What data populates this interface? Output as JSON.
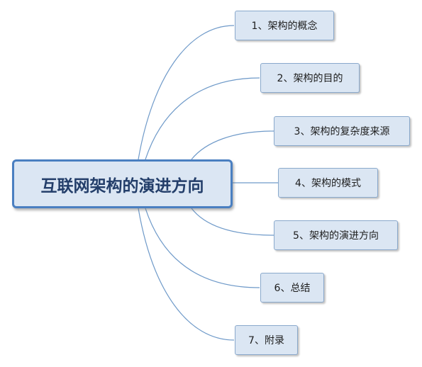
{
  "central_topic": {
    "label": "互联网架构的演进方向"
  },
  "branches": [
    {
      "label": "1、架构的概念"
    },
    {
      "label": "2、架构的目的"
    },
    {
      "label": "3、架构的复杂度来源"
    },
    {
      "label": "4、架构的模式"
    },
    {
      "label": "5、架构的演进方向"
    },
    {
      "label": "6、总结"
    },
    {
      "label": "7、附录"
    }
  ],
  "colors": {
    "node_fill": "#dbe6f3",
    "node_border": "#8aa9cc",
    "central_border": "#4a7fc1",
    "central_text": "#233e6a",
    "connector": "#6f9ac9"
  }
}
